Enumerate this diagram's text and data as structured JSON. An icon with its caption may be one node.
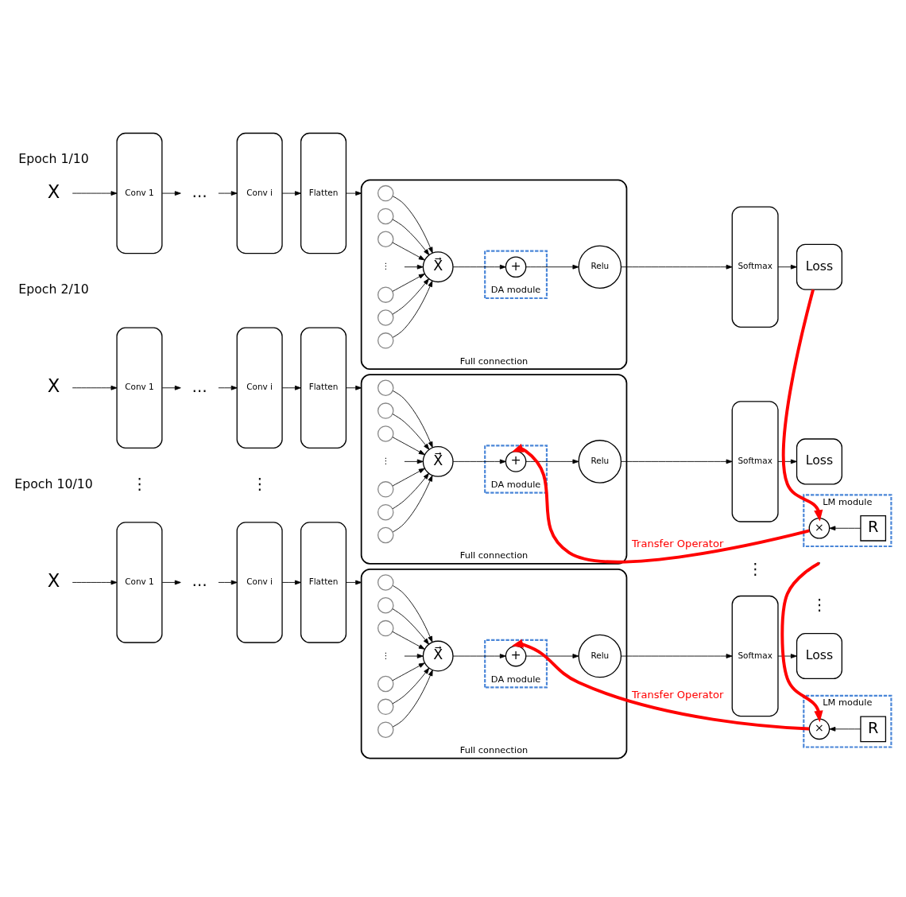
{
  "diagram": {
    "nodes": [
      {
        "text": [
          "X"
        ]
      },
      {
        "text": [
          "Conv 1"
        ]
      },
      {
        "text": [
          "…"
        ]
      },
      {
        "text": [
          "Conv i"
        ]
      },
      {
        "text": [
          "Flatten"
        ]
      },
      {
        "text": [
          "Full connection"
        ]
      },
      {
        "text": [],
        "shape": "circle",
        "in": 5
      },
      {
        "text": [],
        "shape": "circle",
        "in": 5
      },
      {
        "text": [],
        "shape": "circle",
        "in": 5
      },
      {
        "text": [
          "⋮"
        ],
        "in": 5
      },
      {
        "text": [],
        "shape": "circle",
        "in": 5
      },
      {
        "text": [],
        "shape": "circle",
        "in": 5
      },
      {
        "text": [],
        "shape": "circle",
        "in": 5
      },
      {
        "text": [
          "X⃗"
        ],
        "in": 5
      },
      {
        "text": [
          "DA module"
        ],
        "in": 5
      },
      {
        "text": [
          "+"
        ],
        "in": 14
      },
      {
        "text": [
          "Relu"
        ],
        "in": 5
      },
      {
        "text": [
          "Softmax"
        ]
      },
      {
        "text": [
          "Loss"
        ]
      },
      {
        "text": [
          "LM module"
        ]
      },
      {
        "text": [
          "×"
        ],
        "in": 19
      },
      {
        "text": [
          "R"
        ],
        "in": 19
      },
      {
        "text": [
          "X"
        ]
      },
      {
        "text": [
          "Conv 1"
        ]
      },
      {
        "text": [
          "…"
        ]
      },
      {
        "text": [
          "Conv i"
        ]
      },
      {
        "text": [
          "Flatten"
        ]
      },
      {
        "text": [
          "Full connection"
        ]
      },
      {
        "text": [],
        "shape": "circle",
        "in": 27
      },
      {
        "text": [],
        "shape": "circle",
        "in": 27
      },
      {
        "text": [],
        "shape": "circle",
        "in": 27
      },
      {
        "text": [
          "⋮"
        ],
        "in": 27
      },
      {
        "text": [],
        "shape": "circle",
        "in": 27
      },
      {
        "text": [],
        "shape": "circle",
        "in": 27
      },
      {
        "text": [],
        "shape": "circle",
        "in": 27
      },
      {
        "text": [
          "X⃗"
        ],
        "in": 27
      },
      {
        "text": [
          "DA module"
        ],
        "in": 27
      },
      {
        "text": [
          "+"
        ],
        "in": 36
      },
      {
        "text": [
          "Relu"
        ],
        "in": 27
      },
      {
        "text": [
          "Softmax"
        ]
      },
      {
        "text": [
          "Loss"
        ]
      },
      {
        "text": [
          "LM module"
        ]
      },
      {
        "text": [
          "×"
        ],
        "in": 41
      },
      {
        "text": [
          "R"
        ],
        "in": 41
      },
      {
        "text": [
          "X"
        ]
      },
      {
        "text": [
          "Conv 1"
        ]
      },
      {
        "text": [
          "…"
        ]
      },
      {
        "text": [
          "Conv i"
        ]
      },
      {
        "text": [
          "Flatten"
        ]
      },
      {
        "text": [
          "Full connection"
        ]
      },
      {
        "text": [],
        "shape": "circle",
        "in": 49
      },
      {
        "text": [],
        "shape": "circle",
        "in": 49
      },
      {
        "text": [],
        "shape": "circle",
        "in": 49
      },
      {
        "text": [
          "⋮"
        ],
        "in": 49
      },
      {
        "text": [],
        "shape": "circle",
        "in": 49
      },
      {
        "text": [],
        "shape": "circle",
        "in": 49
      },
      {
        "text": [],
        "shape": "circle",
        "in": 49
      },
      {
        "text": [
          "X⃗"
        ],
        "in": 49
      },
      {
        "text": [
          "DA module"
        ],
        "in": 49
      },
      {
        "text": [
          "+"
        ],
        "in": 58
      },
      {
        "text": [
          "Relu"
        ],
        "in": 49
      },
      {
        "text": [
          "Softmax"
        ]
      },
      {
        "text": [
          "Loss"
        ]
      }
    ],
    "edges": [
      {
        "from": 0,
        "to": 1,
        "arrow": "to"
      },
      {
        "from": 1,
        "to": 2,
        "arrow": "to"
      },
      {
        "from": 2,
        "to": 3,
        "arrow": "to"
      },
      {
        "from": 3,
        "to": 4,
        "arrow": "to"
      },
      {
        "from": 4,
        "to": 5,
        "arrow": "to"
      },
      {
        "from": 6,
        "to": 13,
        "arrow": "to"
      },
      {
        "from": 7,
        "to": 13,
        "arrow": "to"
      },
      {
        "from": 8,
        "to": 13,
        "arrow": "to"
      },
      {
        "from": 9,
        "to": 13,
        "arrow": "to"
      },
      {
        "from": 10,
        "to": 13,
        "arrow": "to"
      },
      {
        "from": 11,
        "to": 13,
        "arrow": "to"
      },
      {
        "from": 12,
        "to": 13,
        "arrow": "to"
      },
      {
        "from": 13,
        "to": 15,
        "arrow": "to"
      },
      {
        "from": 15,
        "to": 16,
        "arrow": "to"
      },
      {
        "from": 16,
        "to": 17,
        "arrow": "to"
      },
      {
        "from": 17,
        "to": 18,
        "arrow": "to"
      },
      {
        "from": 18,
        "to": 20,
        "arrow": "to",
        "style": "thick",
        "color": "#ff0000"
      },
      {
        "from": 21,
        "to": 20,
        "arrow": "to"
      },
      {
        "from": 20,
        "to": 37,
        "arrow": "to",
        "label": "Transfer Operator",
        "style": "thick",
        "color": "#ff0000"
      },
      {
        "from": 22,
        "to": 23,
        "arrow": "to"
      },
      {
        "from": 23,
        "to": 24,
        "arrow": "to"
      },
      {
        "from": 24,
        "to": 25,
        "arrow": "to"
      },
      {
        "from": 25,
        "to": 26,
        "arrow": "to"
      },
      {
        "from": 26,
        "to": 27,
        "arrow": "to"
      },
      {
        "from": 28,
        "to": 35,
        "arrow": "to"
      },
      {
        "from": 29,
        "to": 35,
        "arrow": "to"
      },
      {
        "from": 30,
        "to": 35,
        "arrow": "to"
      },
      {
        "from": 31,
        "to": 35,
        "arrow": "to"
      },
      {
        "from": 32,
        "to": 35,
        "arrow": "to"
      },
      {
        "from": 33,
        "to": 35,
        "arrow": "to"
      },
      {
        "from": 34,
        "to": 35,
        "arrow": "to"
      },
      {
        "from": 35,
        "to": 37,
        "arrow": "to"
      },
      {
        "from": 37,
        "to": 38,
        "arrow": "to"
      },
      {
        "from": 38,
        "to": 39,
        "arrow": "to"
      },
      {
        "from": 39,
        "to": 40,
        "arrow": "to"
      },
      {
        "from": null,
        "to": 42,
        "arrow": "to",
        "style": "thick",
        "color": "#ff0000"
      },
      {
        "from": 43,
        "to": 42,
        "arrow": "to"
      },
      {
        "from": 42,
        "to": 59,
        "arrow": "to",
        "label": "Transfer Operator",
        "style": "thick",
        "color": "#ff0000"
      },
      {
        "from": 44,
        "to": 45,
        "arrow": "to"
      },
      {
        "from": 45,
        "to": 46,
        "arrow": "to"
      },
      {
        "from": 46,
        "to": 47,
        "arrow": "to"
      },
      {
        "from": 47,
        "to": 48,
        "arrow": "to"
      },
      {
        "from": 48,
        "to": 49,
        "arrow": "to"
      },
      {
        "from": 50,
        "to": 57,
        "arrow": "to"
      },
      {
        "from": 51,
        "to": 57,
        "arrow": "to"
      },
      {
        "from": 52,
        "to": 57,
        "arrow": "to"
      },
      {
        "from": 53,
        "to": 57,
        "arrow": "to"
      },
      {
        "from": 54,
        "to": 57,
        "arrow": "to"
      },
      {
        "from": 55,
        "to": 57,
        "arrow": "to"
      },
      {
        "from": 56,
        "to": 57,
        "arrow": "to"
      },
      {
        "from": 57,
        "to": 59,
        "arrow": "to"
      },
      {
        "from": 59,
        "to": 60,
        "arrow": "to"
      },
      {
        "from": 60,
        "to": 61,
        "arrow": "to"
      },
      {
        "from": 61,
        "to": 62,
        "arrow": "to"
      }
    ],
    "labels": [
      "Epoch 1/10",
      "Epoch 2/10",
      "⋮",
      "⋮",
      "⋮",
      "⋮",
      "Epoch 10/10"
    ]
  }
}
